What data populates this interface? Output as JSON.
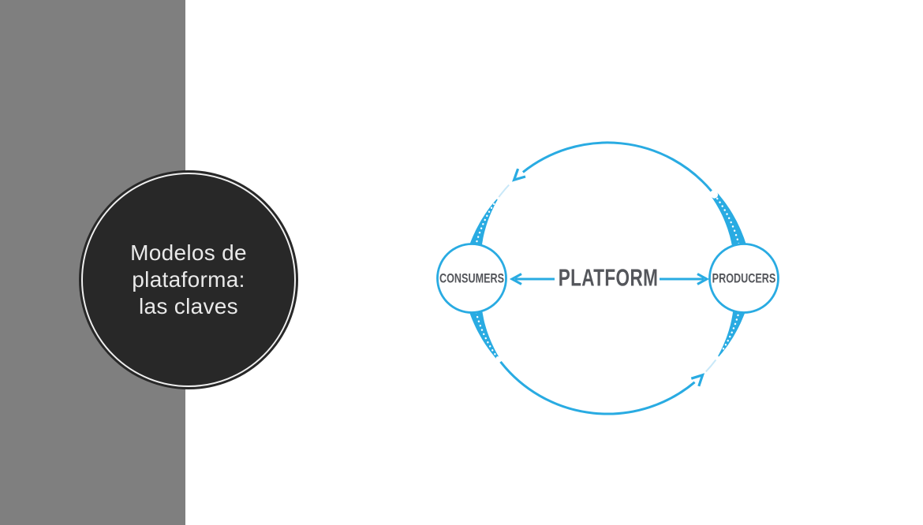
{
  "slide": {
    "background": "#FFFFFF",
    "left_panel": {
      "color": "#7F7F7F"
    },
    "title_circle": {
      "fill": "#282828",
      "ring_color": "#EFEFEF",
      "text_color": "#E9E9E9",
      "lines": [
        "Modelos de",
        "plataforma:",
        "las claves"
      ]
    },
    "diagram": {
      "platform_label": "PLATFORM",
      "consumers_label": "CONSUMERS",
      "producers_label": "PRODUCERS",
      "blue": "#29ABE2",
      "light_blue": "#C9E8F8",
      "dot_color": "#FFFFFF",
      "label_color": "#54565B",
      "node_fill": "#FFFFFF"
    }
  }
}
